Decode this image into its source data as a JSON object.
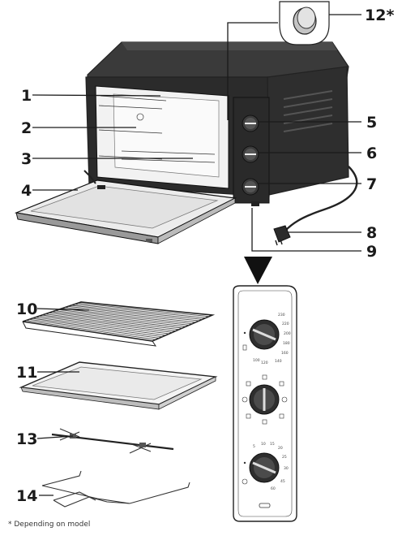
{
  "callouts": {
    "c1": "1",
    "c2": "2",
    "c3": "3",
    "c4": "4",
    "c5": "5",
    "c6": "6",
    "c7": "7",
    "c8": "8",
    "c9": "9",
    "c10": "10",
    "c11": "11",
    "c12": "12*",
    "c13": "13",
    "c14": "14"
  },
  "footnote": "* Depending on model",
  "panel": {
    "temp_ticks": [
      "100",
      "120",
      "140",
      "160",
      "180",
      "200",
      "220",
      "230"
    ],
    "timer_ticks": [
      "5",
      "10",
      "15",
      "20",
      "25",
      "30",
      "45",
      "60"
    ]
  }
}
